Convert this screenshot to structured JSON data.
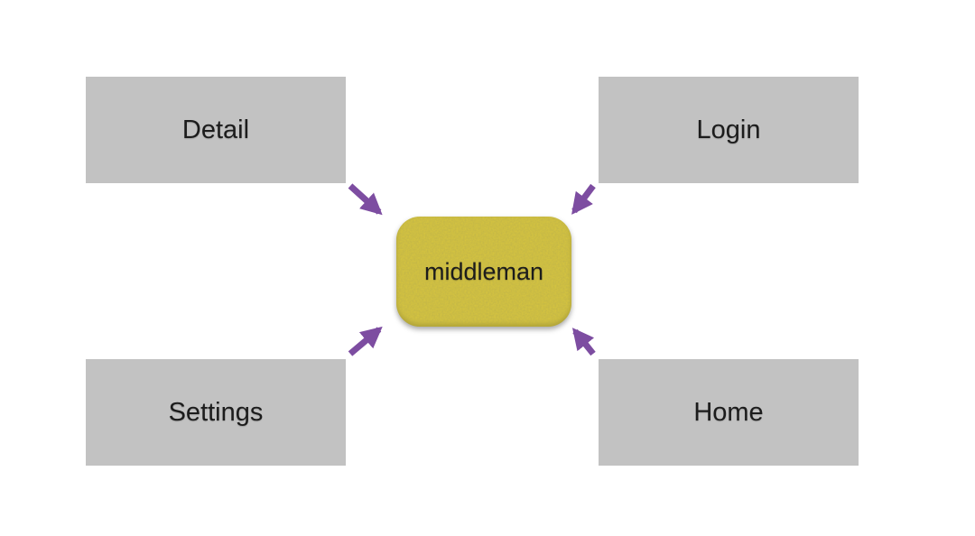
{
  "diagram": {
    "center_node": {
      "id": "middleman",
      "label": "middleman",
      "shape": "rounded-rect",
      "fill": "#d8c63e"
    },
    "nodes": [
      {
        "id": "detail",
        "label": "Detail",
        "position": "top-left"
      },
      {
        "id": "login",
        "label": "Login",
        "position": "top-right"
      },
      {
        "id": "settings",
        "label": "Settings",
        "position": "bottom-left"
      },
      {
        "id": "home",
        "label": "Home",
        "position": "bottom-right"
      }
    ],
    "connections": [
      {
        "from": "detail",
        "to": "middleman"
      },
      {
        "from": "login",
        "to": "middleman"
      },
      {
        "from": "settings",
        "to": "middleman"
      },
      {
        "from": "home",
        "to": "middleman"
      }
    ],
    "colors": {
      "node_fill": "#c2c2c2",
      "center_fill": "#d8c63e",
      "arrow": "#7d4da1",
      "text": "#1c1c1c",
      "background": "#ffffff"
    }
  }
}
